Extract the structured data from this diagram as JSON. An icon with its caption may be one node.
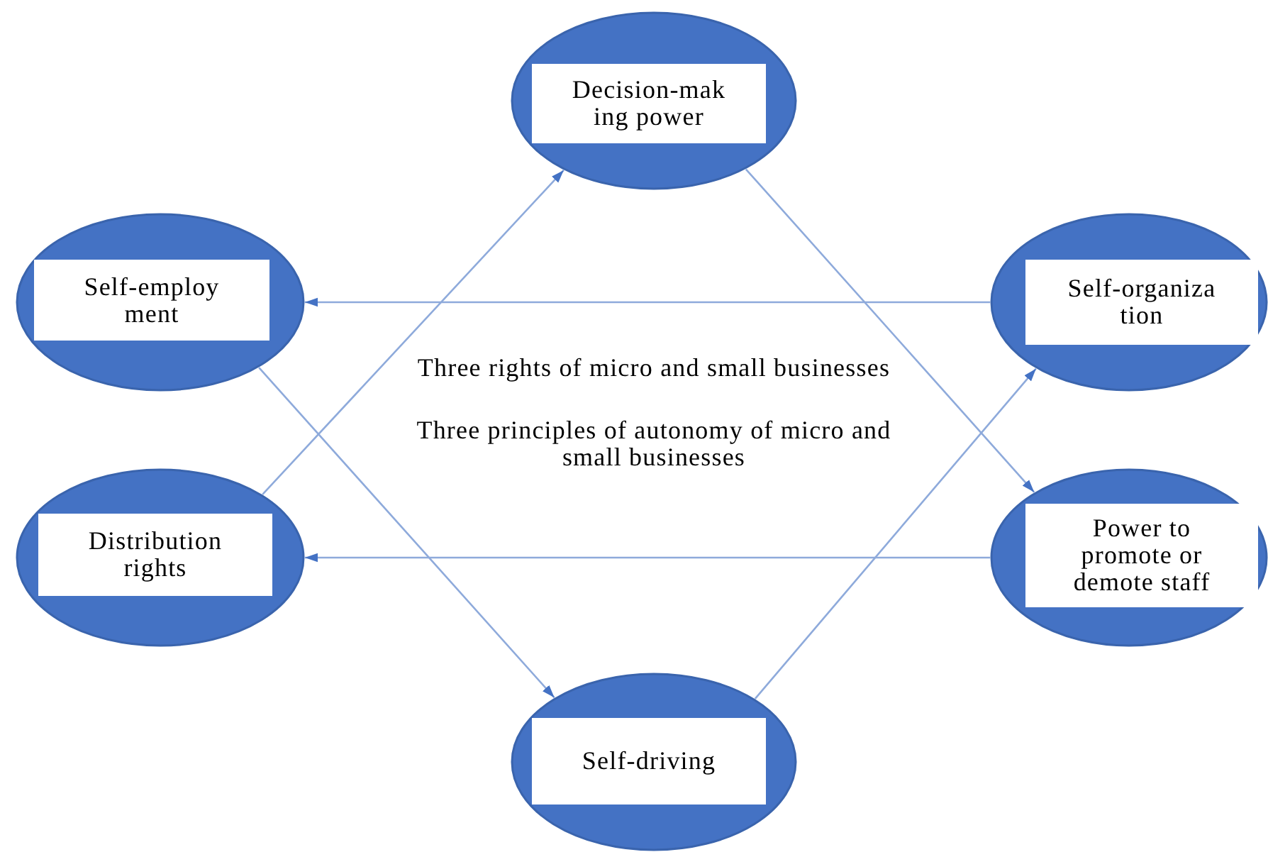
{
  "diagram": {
    "nodes": [
      {
        "text": [
          "Decision-mak ing power"
        ]
      },
      {
        "text": [
          "Self-employ ment"
        ]
      },
      {
        "text": [
          "Self-organiza tion"
        ]
      },
      {
        "text": [
          "Distribution rights"
        ]
      },
      {
        "text": [
          "Power to promote or demote staff"
        ]
      },
      {
        "text": [
          "Self-driving"
        ]
      }
    ],
    "edges": [
      {
        "from": 3,
        "to": 0,
        "arrow": "to"
      },
      {
        "from": 0,
        "to": 4,
        "arrow": "to"
      },
      {
        "from": 2,
        "to": 1,
        "arrow": "to"
      },
      {
        "from": 1,
        "to": 5,
        "arrow": "to"
      },
      {
        "from": 5,
        "to": 2,
        "arrow": "to"
      },
      {
        "from": 4,
        "to": 3,
        "arrow": "to"
      }
    ],
    "labels": [
      "Three rights of micro and small businesses",
      "Three principles of autonomy of micro and small businesses"
    ]
  }
}
